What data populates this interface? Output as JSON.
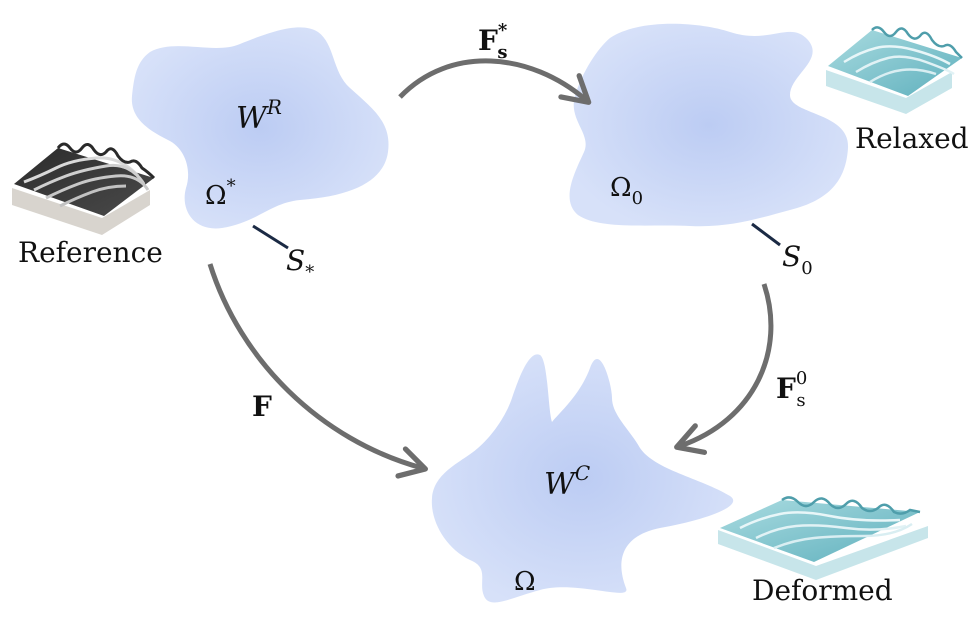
{
  "colors": {
    "blob_center": "#bcccf3",
    "blob_edge": "#d7e1f9",
    "arrow": "#6d6d6d",
    "surface_line": "#1b2a44",
    "sample_dark": "#3a3a3a",
    "sample_teal": "#7fc2cc"
  },
  "reference": {
    "label": "Reference",
    "energy_base": "W",
    "energy_sup": "R",
    "domain_base": "Ω",
    "domain_sup": "*",
    "surface_base": "S",
    "surface_sub": "*"
  },
  "relaxed": {
    "label": "Relaxed",
    "domain_base": "Ω",
    "domain_sub": "0",
    "surface_base": "S",
    "surface_sub": "0"
  },
  "deformed": {
    "label": "Deformed",
    "energy_base": "W",
    "energy_sup": "C",
    "domain_base": "Ω"
  },
  "maps": {
    "fs_star_base": "F",
    "fs_star_sub": "s",
    "fs_star_sup": "*",
    "fs_zero_base": "F",
    "fs_zero_sub": "s",
    "fs_zero_sup": "0",
    "f_total": "F"
  }
}
